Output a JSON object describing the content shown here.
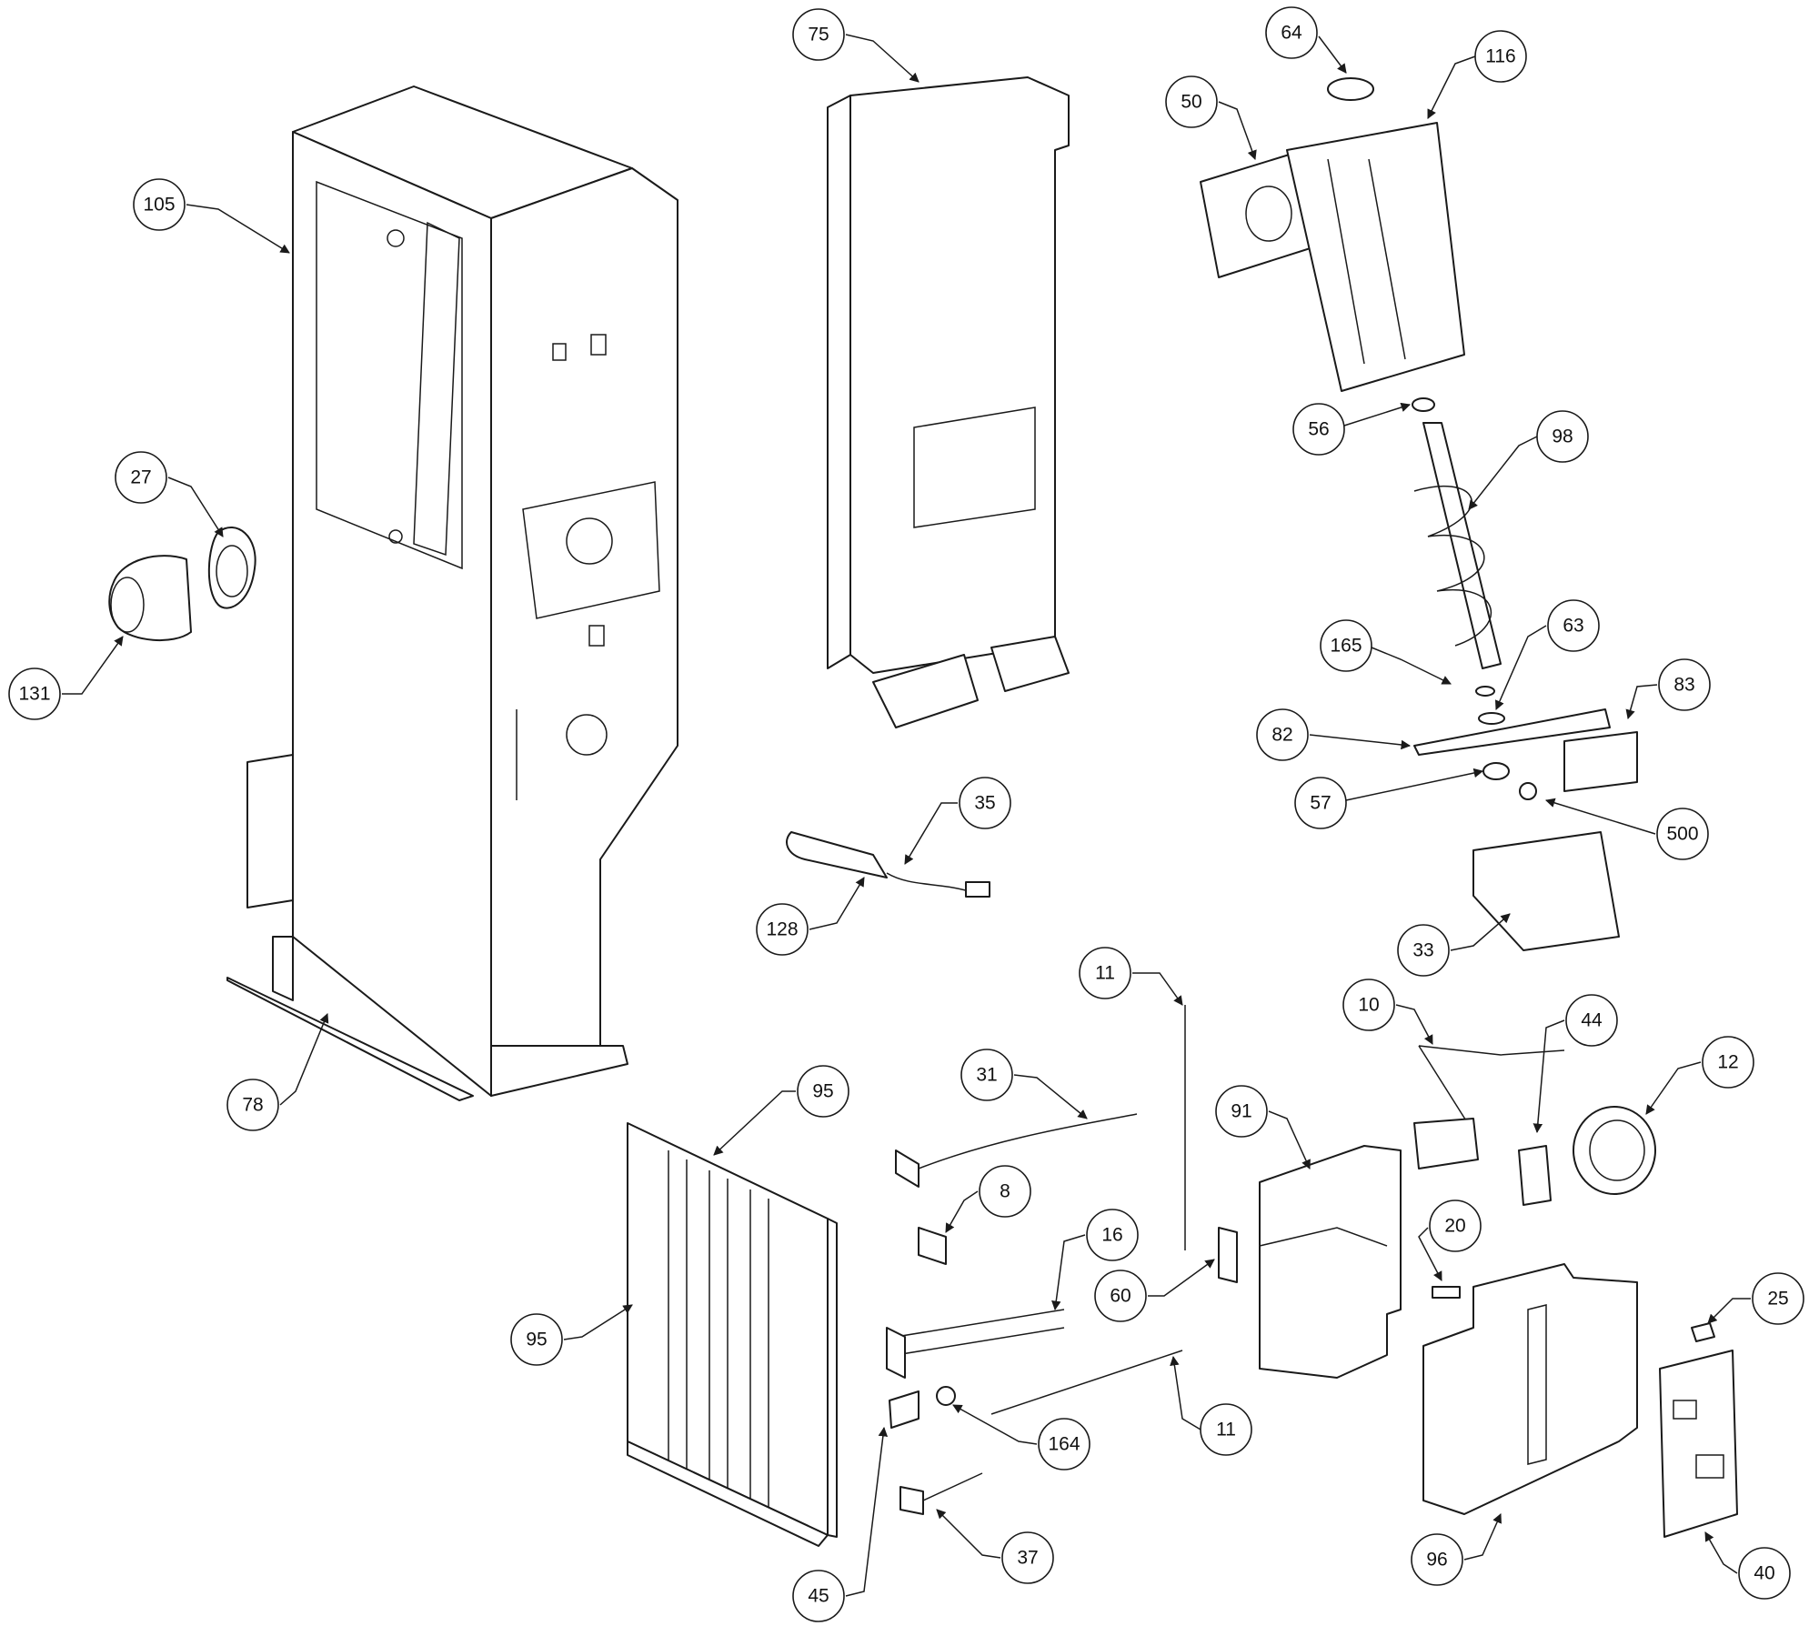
{
  "callouts": {
    "c75": "75",
    "c64": "64",
    "c116": "116",
    "c50": "50",
    "c105": "105",
    "c56": "56",
    "c98": "98",
    "c27": "27",
    "c131": "131",
    "c165": "165",
    "c63": "63",
    "c83": "83",
    "c82": "82",
    "c35": "35",
    "c57": "57",
    "c500": "500",
    "c128": "128",
    "c33": "33",
    "c11a": "11",
    "c10": "10",
    "c44": "44",
    "c12": "12",
    "c78": "78",
    "c31": "31",
    "c95a": "95",
    "c91": "91",
    "c8": "8",
    "c16": "16",
    "c20": "20",
    "c60": "60",
    "c95b": "95",
    "c25": "25",
    "c164": "164",
    "c11b": "11",
    "c37": "37",
    "c96": "96",
    "c45": "45",
    "c40": "40"
  }
}
